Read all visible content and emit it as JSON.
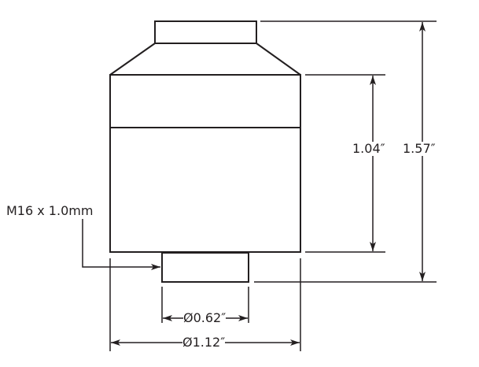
{
  "labels": {
    "thread": "M16 x 1.0mm",
    "height_body": "1.04″",
    "height_total": "1.57″",
    "dia_thread": "Ø0.62″",
    "dia_body": "Ø1.12″"
  },
  "colors": {
    "line": "#231f20"
  }
}
